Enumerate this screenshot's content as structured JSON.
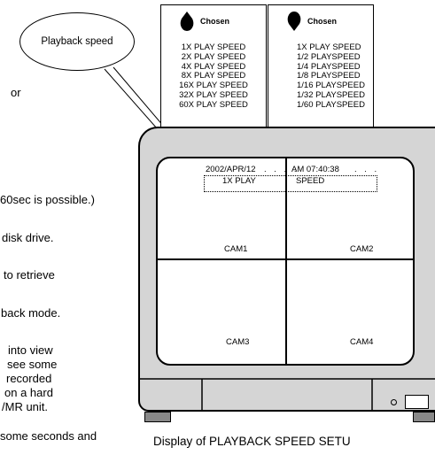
{
  "page_text": {
    "lines": [
      "or",
      "60sec is possible.)",
      "disk drive.",
      "to retrieve",
      "back mode.",
      "into view",
      "see some",
      "recorded",
      "on a hard",
      "/MR unit.",
      "some seconds and"
    ]
  },
  "callout": {
    "label": "Playback speed"
  },
  "speed_panels": {
    "fast": {
      "header": "Chosen",
      "items": [
        "1X PLAY SPEED",
        "2X PLAY SPEED",
        "4X PLAY SPEED",
        "8X PLAY SPEED",
        "16X PLAY SPEED",
        "32X PLAY SPEED",
        "60X PLAY SPEED"
      ]
    },
    "slow": {
      "header": "Chosen",
      "items": [
        "1X PLAY SPEED",
        "1/2 PLAYSPEED",
        "1/4 PLAYSPEED",
        "1/8 PLAYSPEED",
        "1/16 PLAYSPEED",
        "1/32 PLAYSPEED",
        "1/60 PLAYSPEED"
      ]
    }
  },
  "monitor": {
    "osd_date": "2002/APR/12",
    "osd_time": "AM 07:40:38",
    "osd_play": "1X PLAY",
    "osd_speed": "SPEED",
    "cameras": [
      "CAM1",
      "CAM2",
      "CAM3",
      "CAM4"
    ]
  },
  "caption": "Display of PLAYBACK SPEED SETU"
}
